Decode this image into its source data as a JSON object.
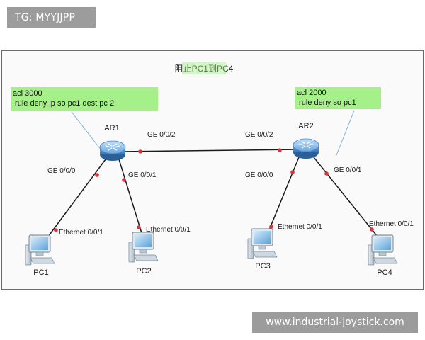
{
  "watermarks": {
    "top": "TG: MYYJJPP",
    "bottom": "www.industrial-joystick.com"
  },
  "diagram": {
    "title": "阻止PC1到PC4",
    "acl_left": {
      "line1": "acl 3000",
      "line2": " rule deny ip so pc1 dest pc 2"
    },
    "acl_right": {
      "line1": "acl 2000",
      "line2": " rule deny so pc1"
    },
    "routers": [
      {
        "id": "ar1",
        "name": "AR1"
      },
      {
        "id": "ar2",
        "name": "AR2"
      }
    ],
    "pcs": [
      {
        "id": "pc1",
        "name": "PC1"
      },
      {
        "id": "pc2",
        "name": "PC2"
      },
      {
        "id": "pc3",
        "name": "PC3"
      },
      {
        "id": "pc4",
        "name": "PC4"
      }
    ],
    "interfaces": {
      "ar1_g000": "GE 0/0/0",
      "ar1_g001": "GE 0/0/1",
      "ar1_g002": "GE 0/0/2",
      "ar2_g002": "GE 0/0/2",
      "ar2_g000": "GE 0/0/0",
      "ar2_g001": "GE 0/0/1",
      "pc1_eth": "Ethernet 0/0/1",
      "pc2_eth": "Ethernet 0/0/1",
      "pc3_eth": "Ethernet 0/0/1",
      "pc4_eth": "Ethernet 0/0/1"
    },
    "colors": {
      "link": "#1a1a1a",
      "port_dot": "#e0303a",
      "highlight": "#a6f08a",
      "callout": "#7fb3d8",
      "router_body": "#3b7fc4",
      "title_text": "#1a1a1a"
    }
  }
}
